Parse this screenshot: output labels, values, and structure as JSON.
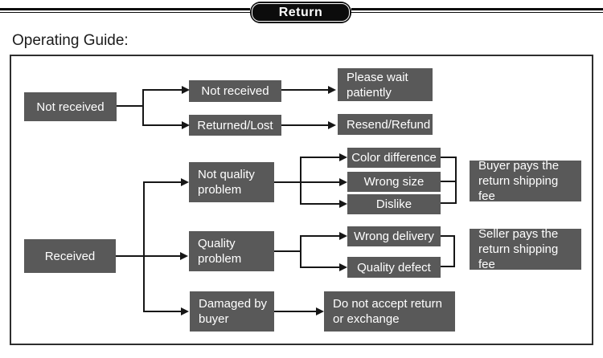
{
  "banner": {
    "title": "Return"
  },
  "heading": "Operating Guide:",
  "colors": {
    "box_bg": "#595959",
    "box_text": "#ffffff",
    "line": "#161616",
    "banner_bg": "#0c0c0c",
    "frame": "#2e2e2e",
    "page_bg": "#ffffff",
    "heading": "#1c1c1c"
  },
  "nodes": {
    "not_received_root": "Not received",
    "not_received_case": "Not received",
    "returned_lost": "Returned/Lost",
    "please_wait": "Please wait patiently",
    "resend_refund": "Resend/Refund",
    "received_root": "Received",
    "not_quality_problem": "Not quality problem",
    "color_difference": "Color difference",
    "wrong_size": "Wrong size",
    "dislike": "Dislike",
    "buyer_pays": "Buyer pays the return shipping fee",
    "quality_problem": "Quality problem",
    "wrong_delivery": "Wrong delivery",
    "quality_defect": "Quality defect",
    "seller_pays": "Seller pays the return shipping fee",
    "damaged_by_buyer": "Damaged by buyer",
    "do_not_accept": "Do not accept return or exchange"
  }
}
